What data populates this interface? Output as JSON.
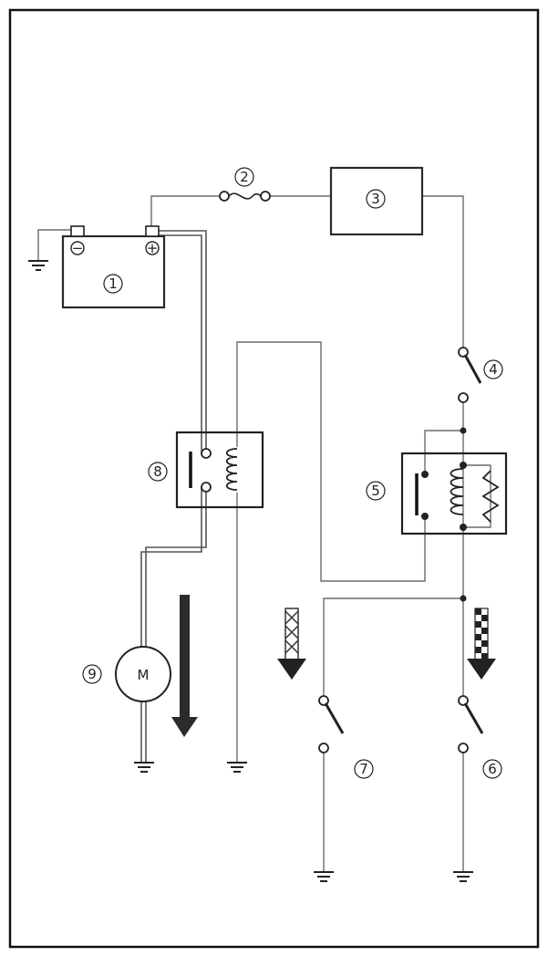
{
  "labels": {
    "battery": "1",
    "fuse": "2",
    "main_switch": "3",
    "engine_stop_switch": "4",
    "relay_5": "5",
    "switch_6": "6",
    "switch_7": "7",
    "starter_relay": "8",
    "motor": "9"
  },
  "symbols": {
    "battery_minus": "−",
    "battery_plus": "+",
    "motor_letter": "M"
  },
  "icons": {
    "flow_arrow_left": "down-arrow-icon (solid)",
    "flow_arrow_mid": "down-arrow-icon (crossed)",
    "flow_arrow_right": "down-arrow-icon (checkered)"
  }
}
